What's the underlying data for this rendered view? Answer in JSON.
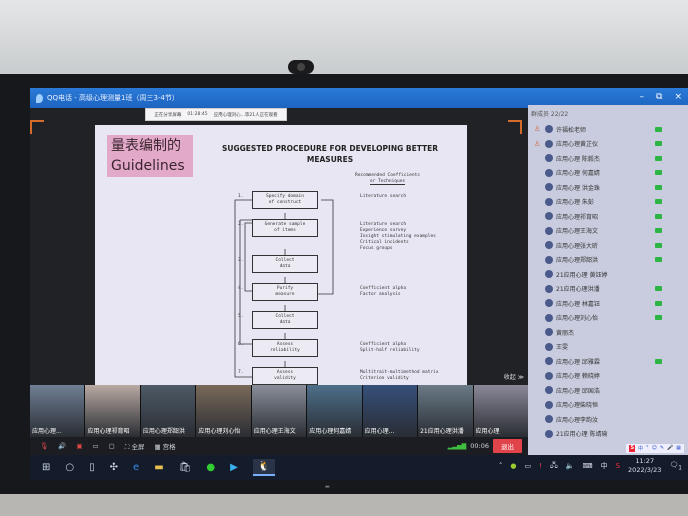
{
  "window": {
    "title": "QQ电话 - 高级心理测量1班（周三3-4节）",
    "minimize": "–",
    "restore": "⧉",
    "close": "×"
  },
  "toast": {
    "status": "正在分享屏幕",
    "time": "01:28:45",
    "info": "应用心理刘心...等21人正在观看"
  },
  "slide": {
    "heading_cn": "量表编制的",
    "heading_en": "Guidelines",
    "title": "SUGGESTED PROCEDURE FOR DEVELOPING BETTER MEASURES",
    "rec_header": [
      "Recommended Coefficients",
      "or Techniques"
    ],
    "steps": [
      {
        "n": "1.",
        "label": [
          "Specify domain",
          "of construct"
        ],
        "rec": [
          "Literature search"
        ]
      },
      {
        "n": "2.",
        "label": [
          "Generate sample",
          "of items"
        ],
        "rec": [
          "Literature search",
          "Experience survey",
          "Insight stimulating examples",
          "Critical incidents",
          "Focus groups"
        ]
      },
      {
        "n": "3.",
        "label": [
          "Collect",
          "data"
        ],
        "rec": []
      },
      {
        "n": "4.",
        "label": [
          "Purify",
          "measure"
        ],
        "rec": [
          "Coefficient alpha",
          "Factor analysis"
        ]
      },
      {
        "n": "5.",
        "label": [
          "Collect",
          "data"
        ],
        "rec": []
      },
      {
        "n": "6.",
        "label": [
          "Assess",
          "reliability"
        ],
        "rec": [
          "Coefficient alpha",
          "Split-half reliability"
        ]
      },
      {
        "n": "7.",
        "label": [
          "Assess",
          "validity"
        ],
        "rec": [
          "Multitrait-multimethod matrix",
          "Criterion validity"
        ]
      }
    ]
  },
  "stage": {
    "collapse": "收起 ≫"
  },
  "panel": {
    "header": "群成员 22/22",
    "members": [
      {
        "name": "许福松老师",
        "host": true,
        "video": true
      },
      {
        "name": "应用心理黄芷仪",
        "host": true,
        "video": true
      },
      {
        "name": "应用心理 陈毅杰",
        "video": true
      },
      {
        "name": "应用心理 何嘉婧",
        "video": true
      },
      {
        "name": "应用心理 洪金珠",
        "video": true
      },
      {
        "name": "应用心理 朱彭",
        "video": true
      },
      {
        "name": "应用心理祁育昭",
        "video": true
      },
      {
        "name": "应用心理王海文",
        "video": true
      },
      {
        "name": "应用心理张大昕",
        "video": true
      },
      {
        "name": "应用心理郑韶洪",
        "video": true
      },
      {
        "name": "21应用心理 黄钰婷",
        "video": false
      },
      {
        "name": "21应用心理洪潘",
        "video": true
      },
      {
        "name": "应用心理 林嘉钰",
        "video": true
      },
      {
        "name": "应用心理刘心怡",
        "video": true
      },
      {
        "name": "黄丽杰",
        "video": false
      },
      {
        "name": "王雯",
        "video": false
      },
      {
        "name": "应用心理 邱雅霖",
        "video": true
      },
      {
        "name": "应用心理 赖晓婷",
        "video": false
      },
      {
        "name": "应用心理 邱国浩",
        "video": false
      },
      {
        "name": "应用心理柴晓恒",
        "video": false
      },
      {
        "name": "应用心理李韵汝",
        "video": false
      },
      {
        "name": "21应用心理 陈靖瑜",
        "video": false
      }
    ]
  },
  "ime": {
    "logo": "S",
    "items": [
      "中",
      "°",
      "☺",
      "✎",
      "🎤",
      "▦"
    ]
  },
  "tiles": [
    "应用心理...",
    "应用心理祁育昭",
    "应用心理郑韶洪",
    "应用心理刘心怡",
    "应用心理王海文",
    "应用心理何嘉婧",
    "应用心理...",
    "21应用心理洪潘",
    "应用心理"
  ],
  "controls": {
    "full": "全屏",
    "grid": "宫格",
    "timer": "00:06",
    "exit": "退出"
  },
  "tray": {
    "ime": "中",
    "time": "11:27",
    "date": "2022/3/23",
    "notif": "1"
  }
}
